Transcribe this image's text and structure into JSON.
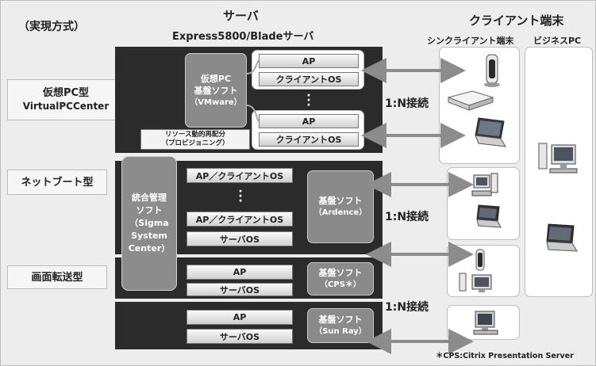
{
  "header": {
    "method_label": "（実現方式）",
    "server_title": "サーバ",
    "server_subtitle": "Express5800/Bladeサーバ",
    "client_title": "クライアント端末",
    "thin_client_label": "シンクライアント端末",
    "business_pc_label": "ビジネスPC"
  },
  "types": {
    "virtual_pc": {
      "line1": "仮想PC型",
      "line2": "VirtualPCCenter"
    },
    "netboot": {
      "label": "ネットブート型"
    },
    "screen_transfer": {
      "label": "画面転送型"
    }
  },
  "virtual_pc": {
    "infra_line1": "仮想PC",
    "infra_line2": "基盤ソフト",
    "infra_line3": "（VMware）",
    "ap1": "AP",
    "client_os1": "クライアントOS",
    "ap2": "AP",
    "client_os2": "クライアントOS",
    "resource_line1": "リソース動的再配分",
    "resource_line2": "（プロビジョニング）"
  },
  "mgmt": {
    "line1": "統合管理",
    "line2": "ソフト",
    "line3": "（Sigma",
    "line4": "System",
    "line5": "Center）"
  },
  "netboot": {
    "ap_os1": "AP／クライアントOS",
    "ap_os2": "AP／クライアントOS",
    "server_os": "サーバOS",
    "infra_line1": "基盤ソフト",
    "infra_line2": "（Ardence）"
  },
  "screen1": {
    "ap": "AP",
    "server_os": "サーバOS",
    "infra_line1": "基盤ソフト",
    "infra_line2": "（CPS＊）"
  },
  "screen2": {
    "ap": "AP",
    "server_os": "サーバOS",
    "infra_line1": "基盤ソフト",
    "infra_line2": "（Sun Ray）"
  },
  "connections": {
    "c1": "1:N接続",
    "c2": "1:N接続",
    "c3": "1:N接続"
  },
  "footnote": "＊CPS:Citrix Presentation Server",
  "colors": {
    "dark": "#2b2b2b",
    "gray": "#8a8a8a",
    "arrow": "#8c8c8c",
    "background": "#ededed"
  }
}
